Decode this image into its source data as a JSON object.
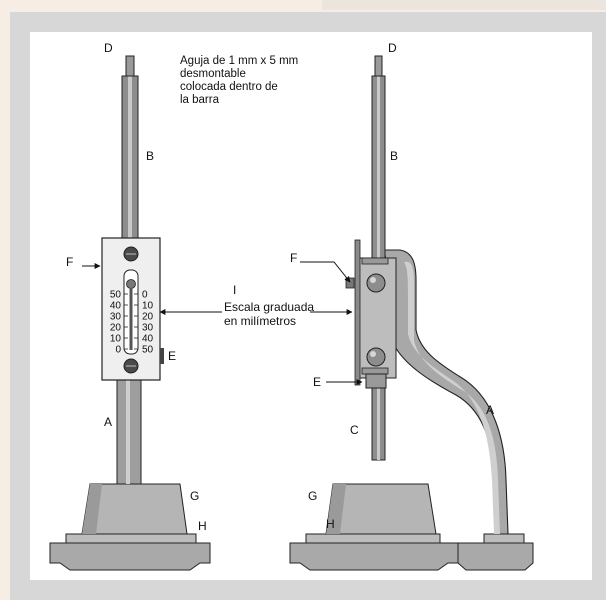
{
  "colors": {
    "page_bg": "#f6eee5",
    "panel_bg": "#d7d7d7",
    "frame_bg": "#ffffff",
    "metal_dark": "#8d8d8d",
    "metal_mid": "#a9a9a9",
    "metal_light": "#cfcfcf",
    "outline": "#222222"
  },
  "note_lines": [
    "Aguja de 1 mm x 5 mm",
    "desmontable",
    "colocada dentro de",
    "la barra"
  ],
  "scale_caption_lines": [
    "Escala graduada",
    "en milímetros"
  ],
  "scale_ticks_left": [
    "50",
    "40",
    "30",
    "20",
    "10",
    "0"
  ],
  "scale_ticks_right": [
    "0",
    "10",
    "20",
    "30",
    "40",
    "50"
  ],
  "labels_left": {
    "D": "D",
    "B": "B",
    "F": "F",
    "E": "E",
    "A": "A",
    "G": "G",
    "H": "H"
  },
  "labels_right": {
    "D": "D",
    "B": "B",
    "F": "F",
    "E": "E",
    "C": "C",
    "A": "A",
    "G": "G",
    "H": "H"
  },
  "label_center": "I"
}
